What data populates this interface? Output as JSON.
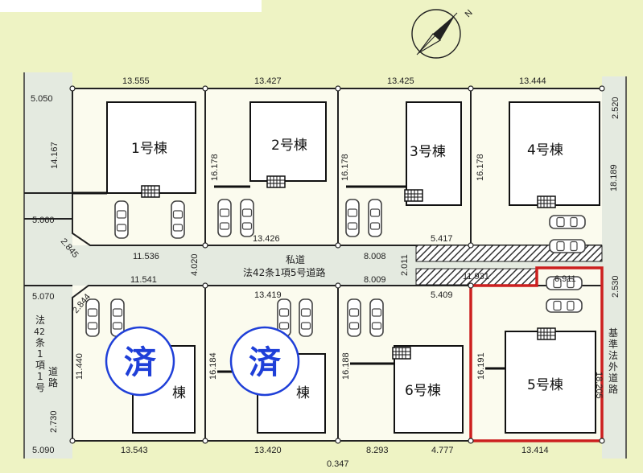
{
  "compass": {
    "north": "N"
  },
  "buildings": {
    "b1": "1号棟",
    "b2": "2号棟",
    "b3": "3号棟",
    "b4": "4号棟",
    "b5": "5号棟",
    "b6": "6号棟",
    "b7_partial": "棟",
    "b8_partial": "棟"
  },
  "stamps": {
    "s1": "済",
    "s2": "済"
  },
  "roads": {
    "private_name": "私道",
    "private_law": "法42条1項5号道路",
    "left_road": [
      "法",
      "42",
      "条",
      "1",
      "項",
      "1",
      "号",
      "道",
      "路"
    ],
    "right_road": [
      "基",
      "準",
      "法",
      "外",
      "道",
      "路"
    ]
  },
  "dims": {
    "top1": "13.555",
    "top2": "13.427",
    "top3": "13.425",
    "top4": "13.444",
    "l_5050": "5.050",
    "l_14167": "14.167",
    "l_5060": "5.060",
    "l_2845": "2.845",
    "v_16178_a": "16.178",
    "v_16178_b": "16.178",
    "v_16178_c": "16.178",
    "v_18189": "18.189",
    "r_2520": "2.520",
    "mid_13426": "13.426",
    "mid_5417": "5.417",
    "road_11536": "11.536",
    "road_4020": "4.020",
    "road_8008": "8.008",
    "road_2011": "2.011",
    "road_11541": "11.541",
    "road_8009": "8.009",
    "road_11931": "11.931",
    "road_6911": "6.911",
    "r_2530": "2.530",
    "l_5070": "5.070",
    "l_2844": "2.844",
    "r_13419": "13.419",
    "r_5409": "5.409",
    "v_11440": "11.440",
    "v_16184": "16.184",
    "v_16188": "16.188",
    "v_16191": "16.191",
    "v_18205": "18.205",
    "l_2730": "2.730",
    "l_5090": "5.090",
    "bot1": "13.543",
    "bot2": "13.420",
    "bot_0347": "0.347",
    "bot3": "8.293",
    "bot4": "4.777",
    "bot5": "13.414"
  },
  "colors": {
    "background": "#eef3c4",
    "road": "#e4eae0",
    "highlight": "#cc1f1f",
    "stamp": "#1f3fd8"
  }
}
